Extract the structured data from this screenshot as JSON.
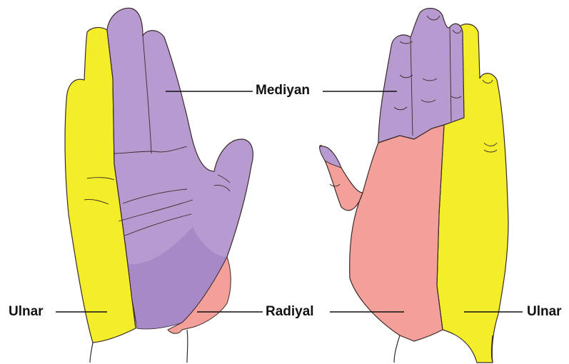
{
  "labels": {
    "median": "Mediyan",
    "radial": "Radiyal",
    "ulnar_left": "Ulnar",
    "ulnar_right": "Ulnar"
  },
  "colors": {
    "median": "#b69ad0",
    "median_dark": "#a585c4",
    "radial": "#f4a09a",
    "ulnar": "#f4ee2a",
    "outline": "#3a2a2a",
    "leader": "#111111",
    "background": "#ffffff"
  }
}
